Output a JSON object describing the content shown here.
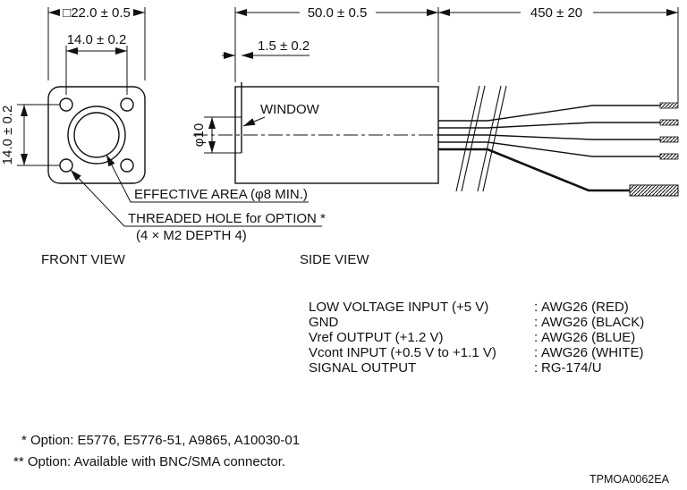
{
  "front_view": {
    "label": "FRONT VIEW",
    "dim_outer_width": "□22.0 ± 0.5",
    "dim_hole_spacing_horizontal": "14.0 ± 0.2",
    "dim_hole_spacing_vertical": "14.0 ± 0.2",
    "effective_area_callout": "EFFECTIVE AREA (φ8 MIN.)",
    "threaded_hole_callout": "THREADED HOLE for OPTION *",
    "threaded_hole_detail": "(4 × M2 DEPTH 4)"
  },
  "side_view": {
    "label": "SIDE VIEW",
    "dim_body_length": "50.0 ± 0.5",
    "dim_cable_length": "450 ± 20",
    "dim_window_thickness": "1.5 ± 0.2",
    "dim_window_diameter": "φ10",
    "window_callout": "WINDOW"
  },
  "wiring_legend": {
    "separator": ":",
    "rows": [
      {
        "label": "LOW VOLTAGE INPUT (+5 V)",
        "spec": "AWG26 (RED)"
      },
      {
        "label": "GND",
        "spec": "AWG26 (BLACK)"
      },
      {
        "label": "Vref OUTPUT (+1.2 V)",
        "spec": "AWG26 (BLUE)"
      },
      {
        "label": "Vcont INPUT (+0.5 V to +1.1 V)",
        "spec": "AWG26 (WHITE)"
      },
      {
        "label": "SIGNAL OUTPUT",
        "spec": "RG-174/U"
      }
    ]
  },
  "footnotes": [
    "* Option: E5776, E5776-51, A9865, A10030-01",
    "** Option: Available with BNC/SMA connector."
  ],
  "part_code": "TPMOA0062EA",
  "colors": {
    "line": "#111111",
    "window_fill": "#bfbfbf",
    "background": "#ffffff"
  }
}
